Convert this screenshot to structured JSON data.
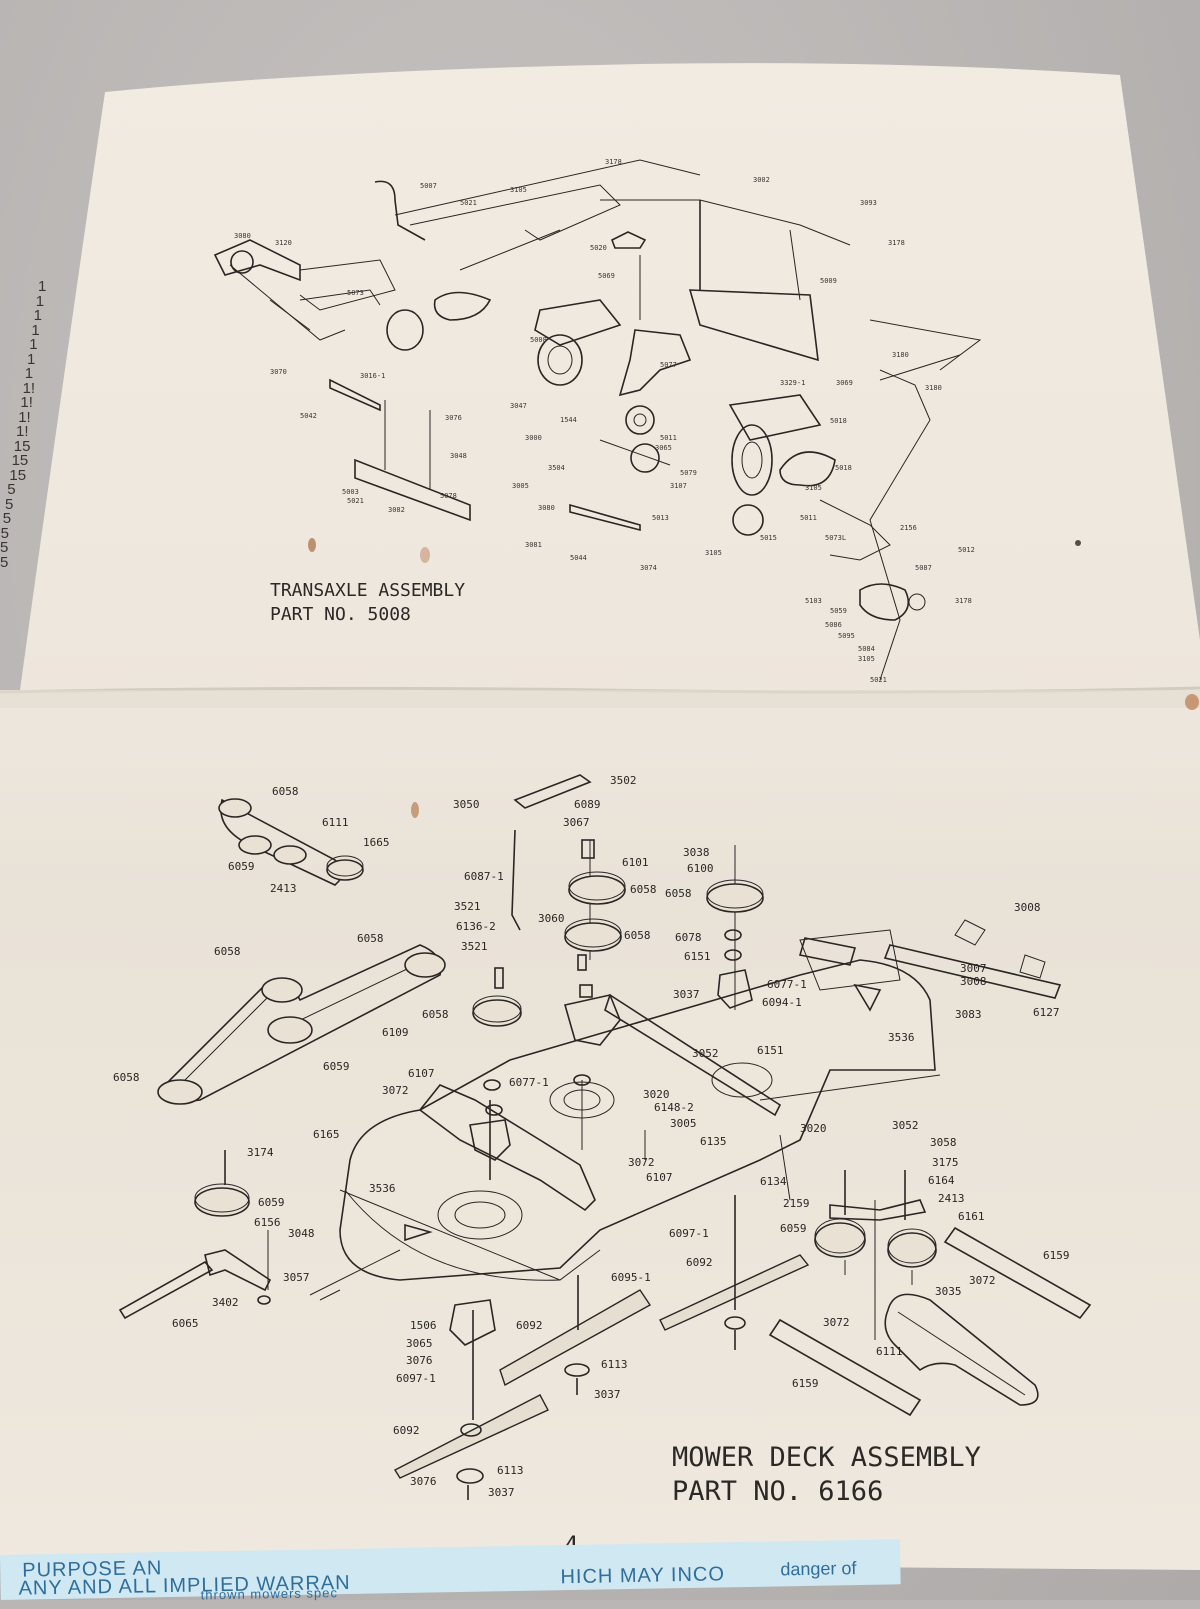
{
  "page": {
    "number": "4",
    "colors": {
      "paper": "#efe9df",
      "ink": "#2a2624",
      "background": "#b9b6b5",
      "strip": "#cfe8f2",
      "strip_text": "#2f6e9c"
    }
  },
  "transaxle": {
    "title_line1": "TRANSAXLE ASSEMBLY",
    "title_line2": "PART NO. 5008"
  },
  "mower_deck": {
    "title_line1": "MOWER DECK ASSEMBLY",
    "title_line2": "PART NO.  6166",
    "labels": [
      "6058",
      "6111",
      "1665",
      "6059",
      "2413",
      "3502",
      "3050",
      "6089",
      "3067",
      "6101",
      "6058",
      "6087-1",
      "3038",
      "6100",
      "6058",
      "3521",
      "3060",
      "6136-2",
      "6058",
      "3521",
      "6078",
      "6151",
      "3008",
      "6058",
      "6058",
      "3007",
      "3008",
      "6077-1",
      "3037",
      "6094-1",
      "3083",
      "6127",
      "6109",
      "6058",
      "3536",
      "6059",
      "6151",
      "3052",
      "6058",
      "6107",
      "6077-1",
      "3072",
      "3020",
      "6148-2",
      "3005",
      "6165",
      "6135",
      "3020",
      "3052",
      "3058",
      "3174",
      "3072",
      "3175",
      "6164",
      "6107",
      "3536",
      "6134",
      "2413",
      "2159",
      "6161",
      "6059",
      "6156",
      "3048",
      "6097-1",
      "6059",
      "6159",
      "3057",
      "6092",
      "3072",
      "6095-1",
      "3035",
      "3402",
      "6065",
      "1506",
      "6092",
      "3072",
      "3065",
      "6111",
      "3076",
      "6113",
      "6097-1",
      "3037",
      "6159",
      "6092",
      "6113",
      "3076",
      "3037"
    ]
  },
  "bottom_strip": {
    "line1": "PURPOSE AN",
    "line2": "ANY AND ALL IMPLIED WARRAN",
    "line2_small": "thrown   mowers spec",
    "line2_right": "HICH MAY INCO",
    "line2_far": "danger of"
  },
  "edge_margin_numbers": [
    "1",
    "1",
    "1",
    "1",
    "1",
    "1",
    "1",
    "1!",
    "1!",
    "1!",
    "1!",
    "15",
    "15",
    "15",
    "5",
    "5",
    "5",
    "5",
    "5",
    "5"
  ]
}
